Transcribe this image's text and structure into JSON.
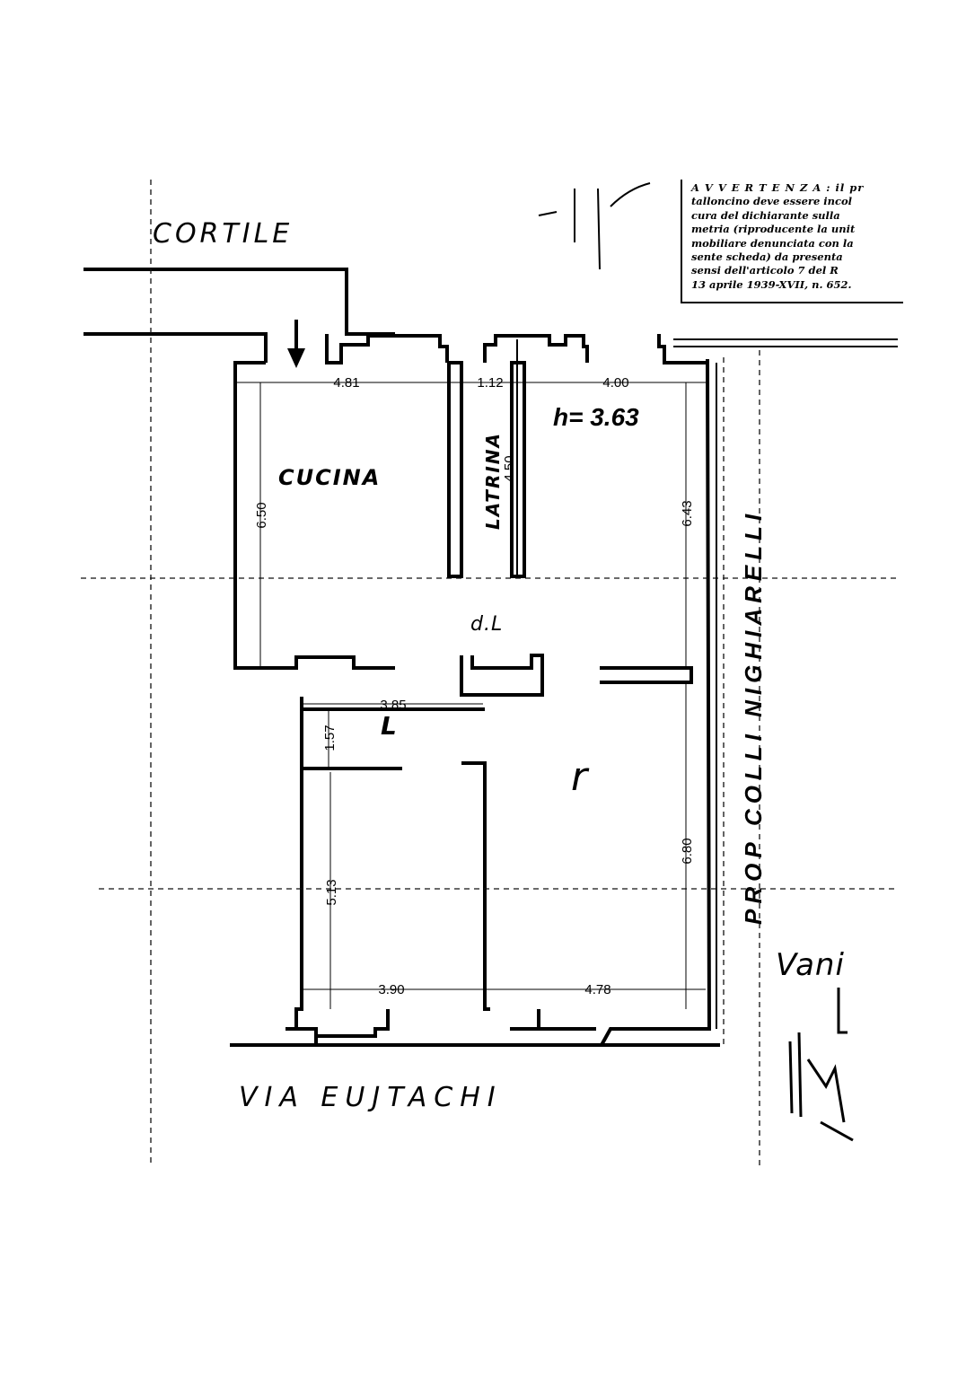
{
  "labels": {
    "courtyard": "CORTILE",
    "street": "VIA EUJTACHI",
    "kitchen": "CUCINA",
    "toilet": "LATRINA",
    "ceiling_height": "h= 3.63",
    "neighbour_property": "PROP COLLI NIGHIARELLI",
    "room_mark_1": "d.L",
    "room_mark_2": "L",
    "room_mark_3": "r",
    "signature": "Vani"
  },
  "notice": {
    "lines": [
      "A V V E R T E N Z A : il pr",
      "talloncino deve essere incol",
      "cura del dichiarante sulla",
      "metria (riproducente la unit",
      "mobiliare denunciata con la",
      "sente scheda) da presenta",
      "sensi dell'articolo 7 del R",
      "13 aprile 1939-XVII, n. 652."
    ]
  },
  "dimensions": {
    "kitchen_width": "4.81",
    "toilet_width": "1.12",
    "room_ne_width": "4.00",
    "kitchen_depth": "6.50",
    "toilet_depth": "4.50",
    "room_ne_depth": "6.43",
    "hall_width": "3.85",
    "closet_depth": "1.57",
    "room_sw_depth": "5.13",
    "room_se_depth": "6.80",
    "room_sw_width": "3.90",
    "room_se_width": "4.78"
  }
}
